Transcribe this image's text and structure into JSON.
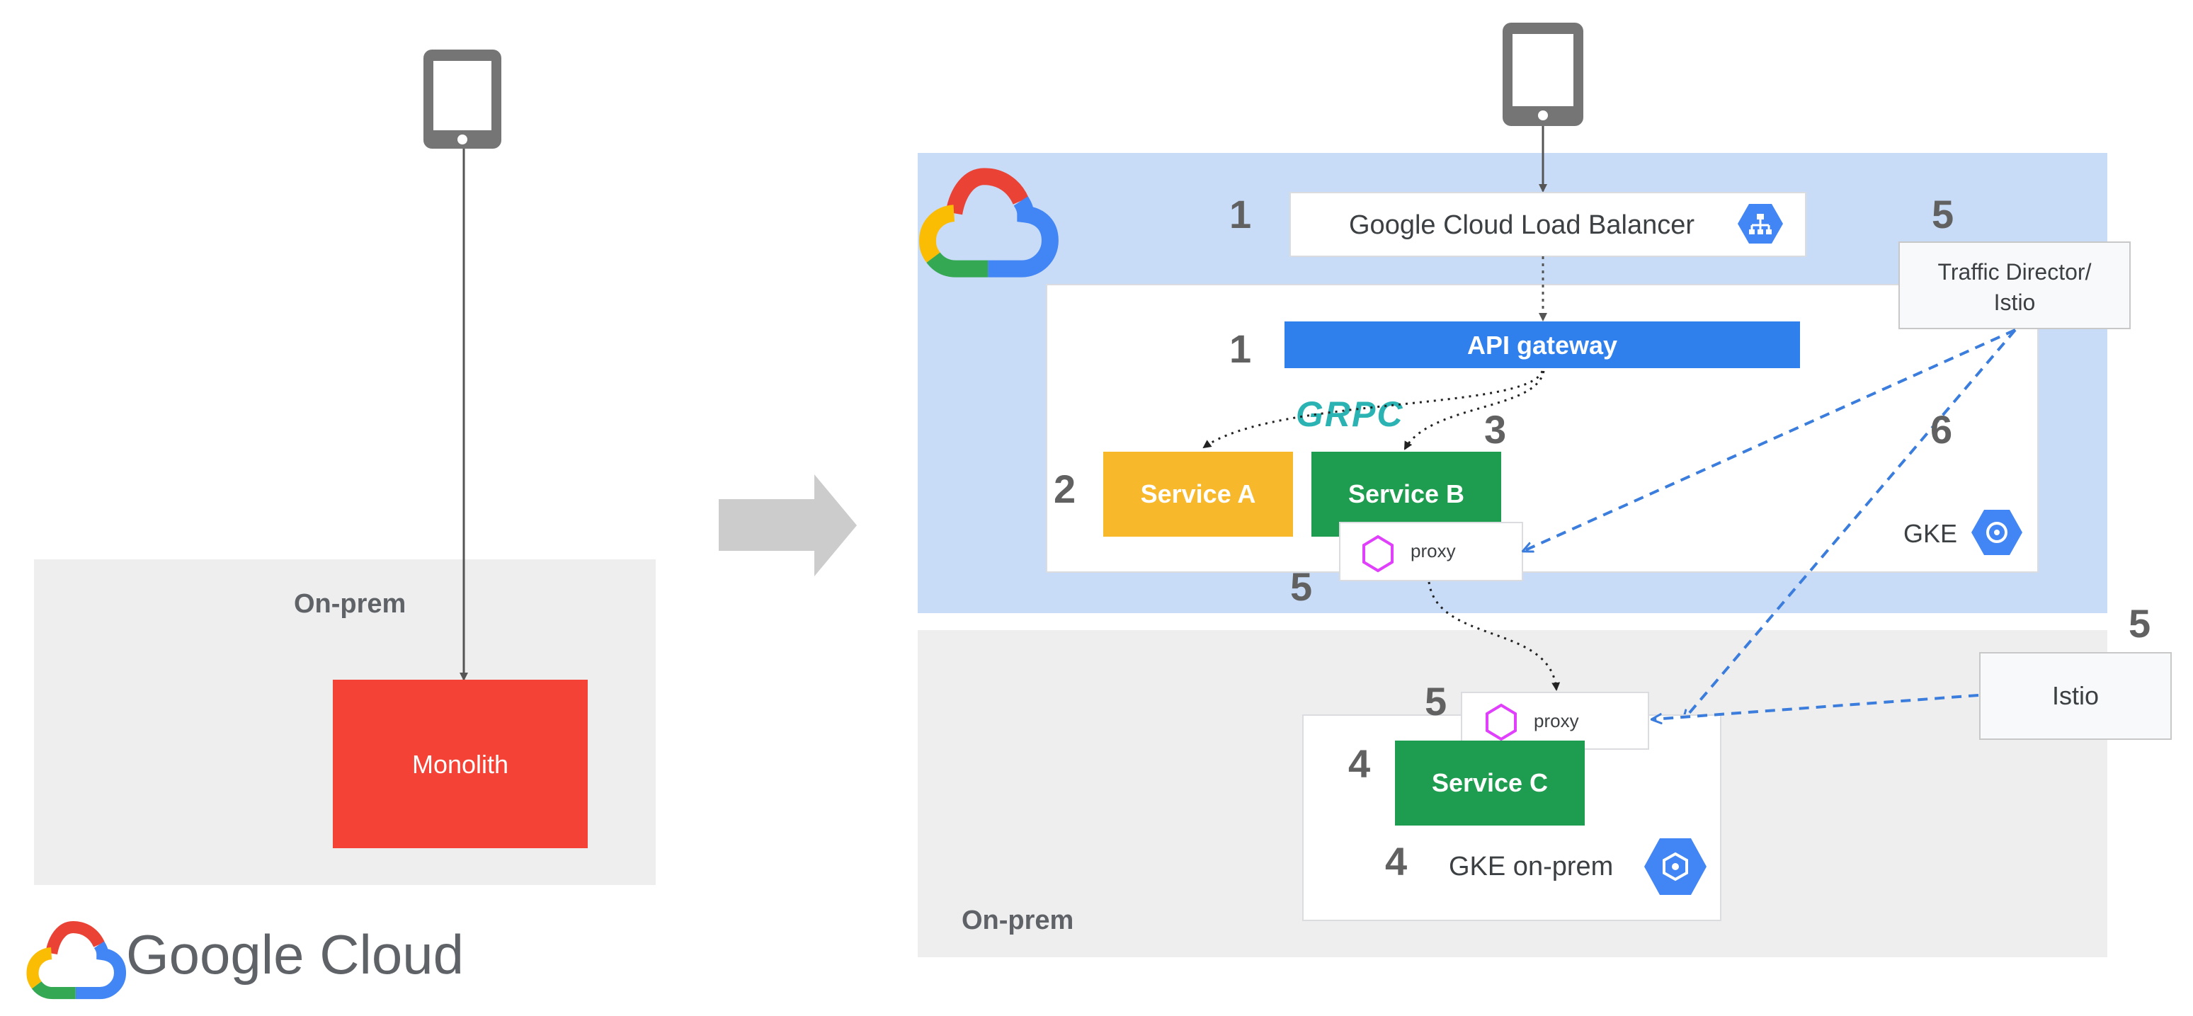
{
  "left": {
    "region_label": "On-prem",
    "monolith_label": "Monolith"
  },
  "brand": {
    "wordmark": "Google Cloud"
  },
  "cloud": {
    "load_balancer_label": "Google Cloud Load Balancer",
    "api_gateway_label": "API gateway",
    "grpc_label": "GRPC",
    "service_a_label": "Service A",
    "service_b_label": "Service B",
    "proxy_label": "proxy",
    "gke_label": "GKE",
    "traffic_director_line1": "Traffic Director/",
    "traffic_director_line2": "Istio"
  },
  "onprem": {
    "region_label": "On-prem",
    "proxy_label": "proxy",
    "service_c_label": "Service C",
    "gke_onprem_label": "GKE on-prem",
    "istio_label": "Istio"
  },
  "step_numbers": {
    "load_balancer": "1",
    "api_gateway": "1",
    "services": "2",
    "grpc": "3",
    "gke_top_right": "5",
    "gke_mid_right": "6",
    "proxy_b": "5",
    "istio_right": "5",
    "proxy_c": "5",
    "service_c": "4",
    "gke_onprem": "4"
  },
  "colors": {
    "cloud_region": "#c8dbf7",
    "onprem_region": "#eeeeee",
    "monolith": "#f44336",
    "api_gateway": "#2f80ed",
    "service_a": "#f7b82b",
    "service_b": "#1e9c4f",
    "service_c": "#1e9c4f",
    "grpc": "#2bb3b3",
    "proxy_hex": "#e040fb",
    "dashed_link": "#3b7ddd",
    "gke_hex": "#4285f4"
  }
}
